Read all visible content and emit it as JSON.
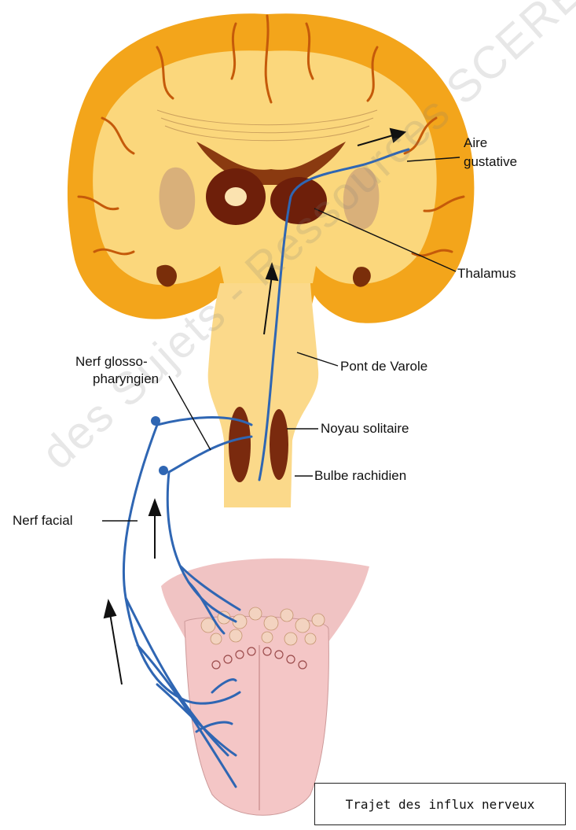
{
  "labels": {
    "aire_gustative_1": "Aire",
    "aire_gustative_2": "gustative",
    "thalamus": "Thalamus",
    "pont_de_varole": "Pont de Varole",
    "noyau_solitaire": "Noyau solitaire",
    "bulbe_rachidien": "Bulbe rachidien",
    "nerf_glosso_1": "Nerf glosso-",
    "nerf_glosso_2": "pharyngien",
    "nerf_facial": "Nerf facial"
  },
  "caption": "Trajet des influx nerveux",
  "watermark": "des Sujets - Ressources SCEREN - Enseignement",
  "colors": {
    "cortex": "#f3a51b",
    "white_matter": "#fbd77c",
    "brainstem": "#fbd98a",
    "thalamus": "#6e1f0a",
    "nerve": "#2f66b3",
    "tongue": "#f4c6c6",
    "papillae": "#f3d3c0"
  }
}
